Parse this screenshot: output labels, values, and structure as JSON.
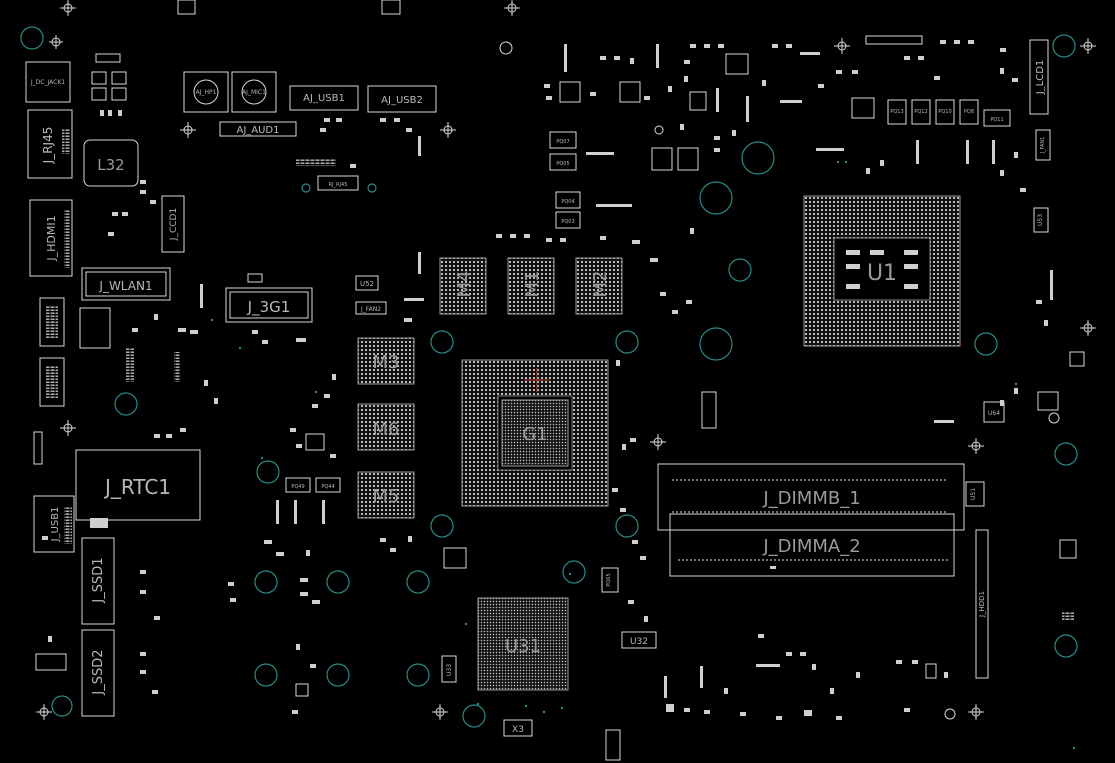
{
  "board": {
    "background": "#000000",
    "silkscreen_color": "#d8d8d8",
    "via_color": "#2a8a86"
  },
  "components": {
    "dc_jack": "J_DC_JACK1",
    "rj45": "J_RJ45",
    "l32": "L32",
    "hdmi": "J_HDMI1",
    "wlan": "J_WLAN1",
    "ccd": "J_CCD1",
    "hp": "AJ_HP1",
    "mic": "AJ_MIC1",
    "audio": "AJ_AUD1",
    "usb1": "AJ_USB1",
    "usb2": "AJ_USB2",
    "rj_rj45": "RJ_RJ45",
    "g3": "J_3G1",
    "u52": "U52",
    "fan2": "J_FAN2",
    "m3": "M3",
    "m6": "M6",
    "m5": "M5",
    "m4": "M4",
    "m1": "M1",
    "m2": "M2",
    "g1": "G1",
    "u1": "U1",
    "rtc": "J_RTC1",
    "jusb1": "J_USB1",
    "ssd1": "J_SSD1",
    "ssd2": "J_SSD2",
    "u31": "U31",
    "u32": "U32",
    "u33": "U33",
    "x3": "X3",
    "pq_a": "PQ49",
    "pq_b": "PQ44",
    "pq07": "PQ07",
    "pq05": "PQ05",
    "pq04": "PQ04",
    "pq03": "PQ03",
    "pq_u1": "PQ13",
    "pq_u2": "PQ12",
    "pq_u3": "PQ10",
    "pq_u4": "PQ8",
    "pq_u5": "PQ11",
    "pq65": "PQ65",
    "dimmb": "J_DIMMB_1",
    "dimma": "J_DIMMA_2",
    "lcd": "J_LCD1",
    "fan1": "J_FAN1",
    "u53": "U53",
    "u64": "U64",
    "u51": "U51",
    "hdd": "J_HDD1"
  }
}
